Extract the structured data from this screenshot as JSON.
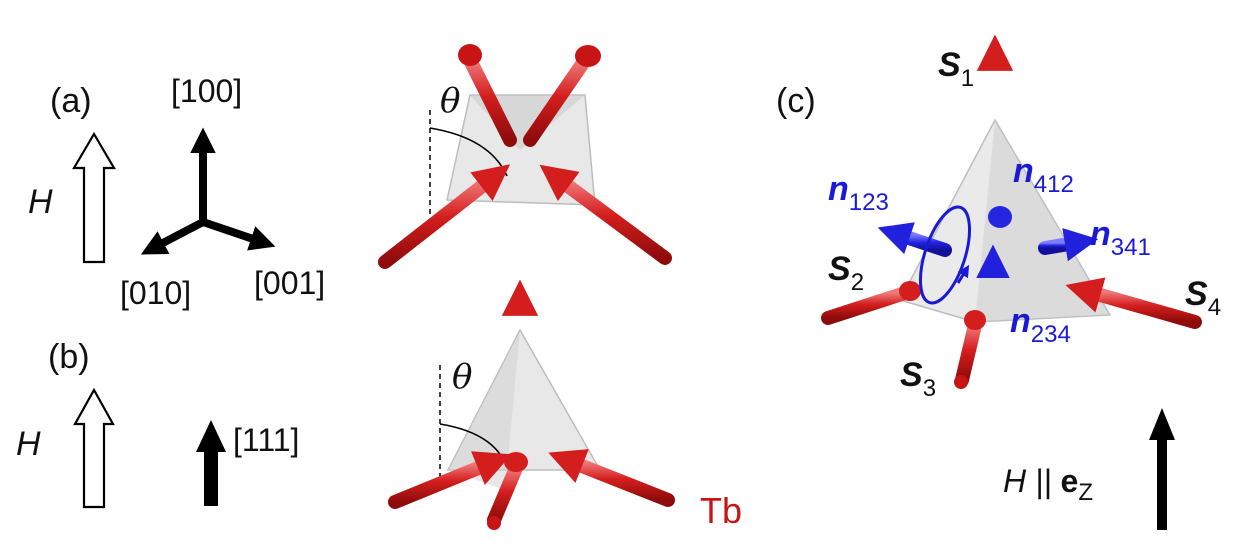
{
  "panel_a": {
    "label": "(a)",
    "field_label": "H",
    "axes": {
      "up": "[100]",
      "left": "[010]",
      "right": "[001]"
    }
  },
  "panel_b": {
    "label": "(b)",
    "field_label": "H",
    "direction": "[111]"
  },
  "angle_label": "θ",
  "species_label": "Tb",
  "panel_c": {
    "label": "(c)",
    "spins": [
      {
        "symbol": "S",
        "index": "1"
      },
      {
        "symbol": "S",
        "index": "2"
      },
      {
        "symbol": "S",
        "index": "3"
      },
      {
        "symbol": "S",
        "index": "4"
      }
    ],
    "normals": [
      {
        "symbol": "n",
        "index": "123"
      },
      {
        "symbol": "n",
        "index": "412"
      },
      {
        "symbol": "n",
        "index": "341"
      },
      {
        "symbol": "n",
        "index": "234"
      }
    ],
    "field": {
      "prefix": "H || ",
      "vector": "e",
      "sub": "Z"
    }
  },
  "colors": {
    "spin": "#c81414",
    "normal": "#1a1ad6",
    "tetra": "#d9d9d9"
  }
}
